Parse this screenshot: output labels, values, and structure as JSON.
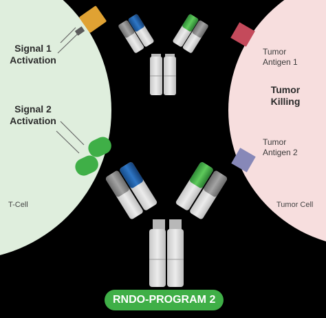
{
  "colors": {
    "tcell": "#dfeedd",
    "tumor": "#f7dede",
    "green": "#3faf47",
    "blue": "#1d5fa8",
    "gray_light": "#d6d6d6",
    "gray_dark": "#8a8a8a",
    "tcr": "#e0a233",
    "antigen1": "#c44a5b",
    "antigen2": "#8788b8"
  },
  "labels": {
    "signal1": "Signal 1\nActivation",
    "signal2": "Signal 2\nActivation",
    "tcell": "T-Cell",
    "tumor_cell": "Tumor Cell",
    "tumor_antigen1": "Tumor\nAntigen 1",
    "tumor_antigen2": "Tumor\nAntigen 2",
    "tumor_killing": "Tumor\nKilling",
    "program": "RNDO-PROGRAM 2"
  },
  "icons": [
    "tcr-icon",
    "costimulatory-receptor-icon",
    "tumor-antigen-1-icon",
    "tumor-antigen-2-icon",
    "antibody-icon"
  ]
}
